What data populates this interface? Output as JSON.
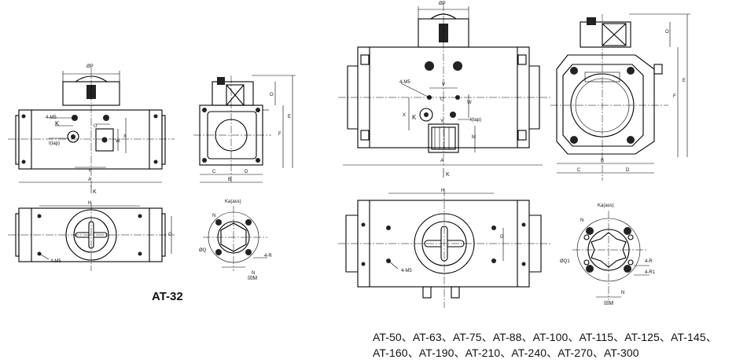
{
  "small_model": {
    "caption": "AT-32",
    "front_view": {
      "labels": [
        "ØP",
        "K",
        "4-M5",
        "I(tap)",
        "U",
        "W",
        "X",
        "Y",
        "A",
        "K"
      ]
    },
    "side_view": {
      "labels": [
        "O",
        "E",
        "F",
        "C",
        "D",
        "B"
      ]
    },
    "top_view": {
      "labels": [
        "H",
        "G",
        "4-M5"
      ]
    },
    "flange_view": {
      "labels": [
        "Ka(ass)",
        "N",
        "ØQ",
        "4-R",
        "N",
        "☒M"
      ]
    }
  },
  "large_models": {
    "caption_line1": "AT-50、AT-63、AT-75、AT-88、AT-100、AT-115、AT-125、AT-145、",
    "caption_line2": "AT-160、AT-190、AT-210、AT-240、AT-270、AT-300",
    "front_view": {
      "labels": [
        "ØP",
        "4-M5",
        "V",
        "U",
        "W",
        "X",
        "K",
        "I(tap)",
        "Y",
        "M",
        "A",
        "K"
      ]
    },
    "side_view": {
      "labels": [
        "O",
        "E",
        "F",
        "C",
        "D",
        "B"
      ]
    },
    "top_view": {
      "labels": [
        "H",
        "G",
        "4-M5"
      ]
    },
    "flange_view": {
      "labels": [
        "Ka(ass)",
        "N",
        "ØQ1",
        "4-R",
        "4-R1",
        "N",
        "☒M"
      ]
    }
  }
}
